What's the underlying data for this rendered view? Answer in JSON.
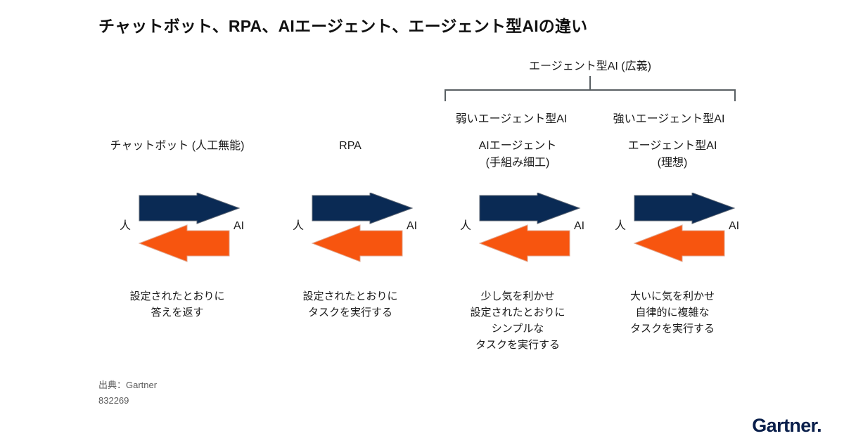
{
  "title": "チャットボット、RPA、AIエージェント、エージェント型AIの違い",
  "umbrella": {
    "label": "エージェント型AI (広義)",
    "subgroups": [
      {
        "label": "弱いエージェント型AI"
      },
      {
        "label": "強いエージェント型AI"
      }
    ]
  },
  "columns": [
    {
      "head_line1": "チャットボット (人工無能)",
      "head_line2": "",
      "left_node": "人",
      "right_node": "AI",
      "desc": [
        "設定されたとおりに",
        "答えを返す"
      ]
    },
    {
      "head_line1": "RPA",
      "head_line2": "",
      "left_node": "人",
      "right_node": "AI",
      "desc": [
        "設定されたとおりに",
        "タスクを実行する"
      ]
    },
    {
      "head_line1": "AIエージェント",
      "head_line2": "(手組み細工)",
      "left_node": "人",
      "right_node": "AI",
      "desc": [
        "少し気を利かせ",
        "設定されたとおりに",
        "シンプルな",
        "タスクを実行する"
      ]
    },
    {
      "head_line1": "エージェント型AI",
      "head_line2": "(理想)",
      "left_node": "人",
      "right_node": "AI",
      "desc": [
        "大いに気を利かせ",
        "自律的に複雑な",
        "タスクを実行する"
      ]
    }
  ],
  "footer": {
    "source": "出典：Gartner",
    "doc_id": "832269",
    "logo": "Gartner",
    "logo_dot": "."
  },
  "colors": {
    "navy": "#0A2A54",
    "orange": "#F7550F",
    "bracket": "#595F63",
    "text": "#1A1A1A",
    "muted": "#5A5A5A",
    "background": "#FFFFFF"
  },
  "arrows": {
    "forward_direction": "right",
    "forward_label": "人 → AI",
    "backward_direction": "left",
    "backward_label": "AI → 人"
  }
}
